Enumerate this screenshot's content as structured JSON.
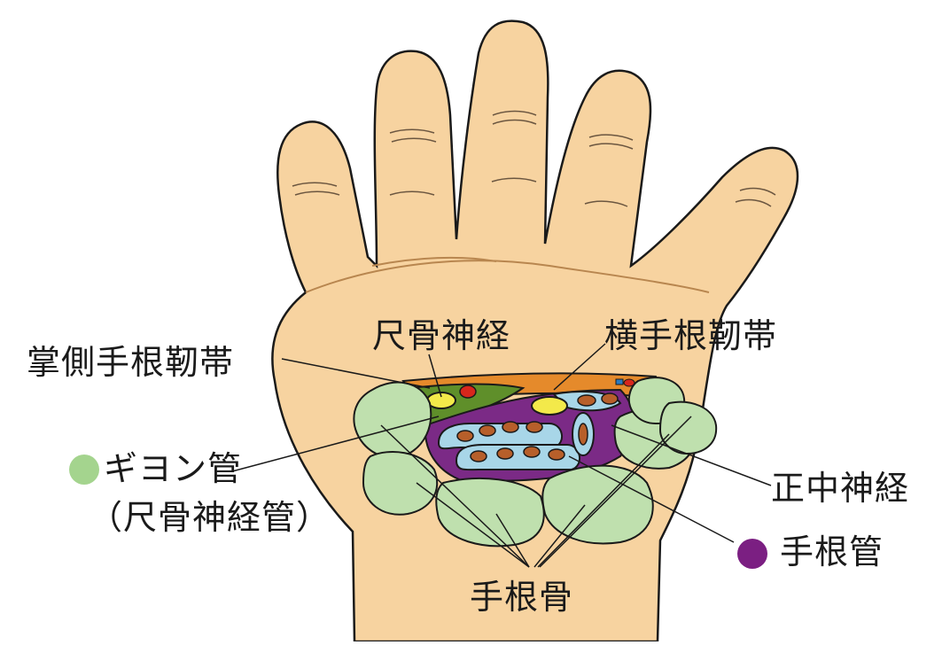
{
  "labels": {
    "volar_carpal_ligament": "掌側手根靭帯",
    "ulnar_nerve": "尺骨神経",
    "transverse_carpal_ligament": "横手根靭帯",
    "guyon_canal": "ギヨン管",
    "guyon_canal_alt": "（尺骨神経管）",
    "median_nerve": "正中神経",
    "carpal_tunnel": "手根管",
    "carpal_bones": "手根骨"
  },
  "colors": {
    "skin": "#f7d3a0",
    "skin_shadow": "#ecbf86",
    "bone_green": "#bfe0ae",
    "carpal_tunnel_purple": "#7b2a86",
    "guyon_green": "#5f8f2a",
    "nerve_yellow": "#f3e94a",
    "artery_red": "#d8261c",
    "tendon_brown": "#b75f2a",
    "sheath_blue": "#a8d6e8",
    "ligament_orange": "#e58a2b",
    "legend_green": "#a4d48e",
    "legend_purple": "#7b1f82"
  }
}
